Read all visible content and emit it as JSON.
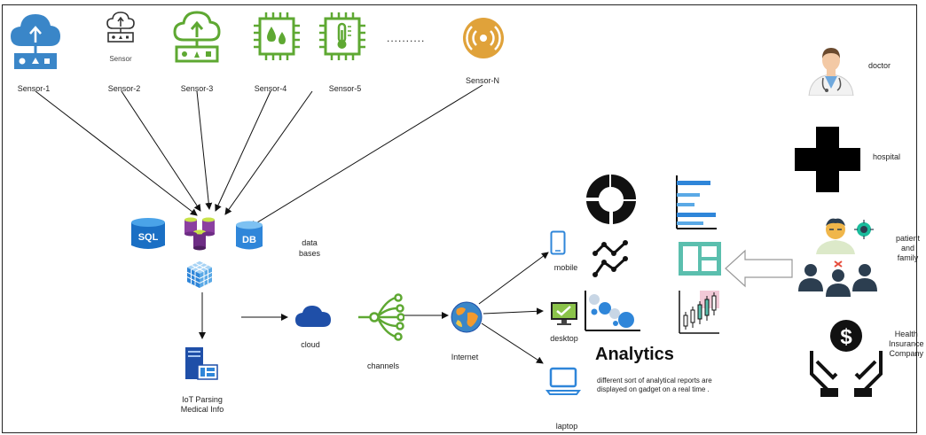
{
  "sensors": [
    {
      "label": "Sensor-1",
      "icon": "cloud-upload-icon"
    },
    {
      "label": "Sensor-2",
      "icon": "cloud-sensor-icon",
      "inner_label": "Sensor"
    },
    {
      "label": "Sensor-3",
      "icon": "cloud-upload-green-icon"
    },
    {
      "label": "Sensor-4",
      "icon": "chip-water-icon"
    },
    {
      "label": "Sensor-5",
      "icon": "chip-thermometer-icon"
    },
    {
      "label": "Sensor-N",
      "icon": "signal-icon"
    }
  ],
  "ellipsis": "..........",
  "databases": {
    "label": "data\nbases",
    "sql_text": "SQL",
    "db_text": "DB"
  },
  "iot": {
    "label": "IoT Parsing\nMedical Info"
  },
  "cloud": {
    "label": "cloud"
  },
  "channels": {
    "label": "channels"
  },
  "internet": {
    "label": "Internet"
  },
  "devices": {
    "mobile": "mobile",
    "desktop": "desktop",
    "laptop": "laptop"
  },
  "analytics": {
    "title": "Analytics",
    "description": "different sort of analytical reports are displayed on gadget on a real time ."
  },
  "stakeholders": {
    "doctor": "doctor",
    "hospital": "hospital",
    "patient": "patient\nand\nfamily",
    "insurance": "Health\nInsurance\nCompany",
    "insurance_symbol": "$"
  },
  "colors": {
    "sensor_blue": "#3a86c8",
    "sensor_green": "#5ea832",
    "db_purple": "#8b3fa0",
    "analytics_blue": "#2f86d9",
    "dark": "#222222"
  }
}
